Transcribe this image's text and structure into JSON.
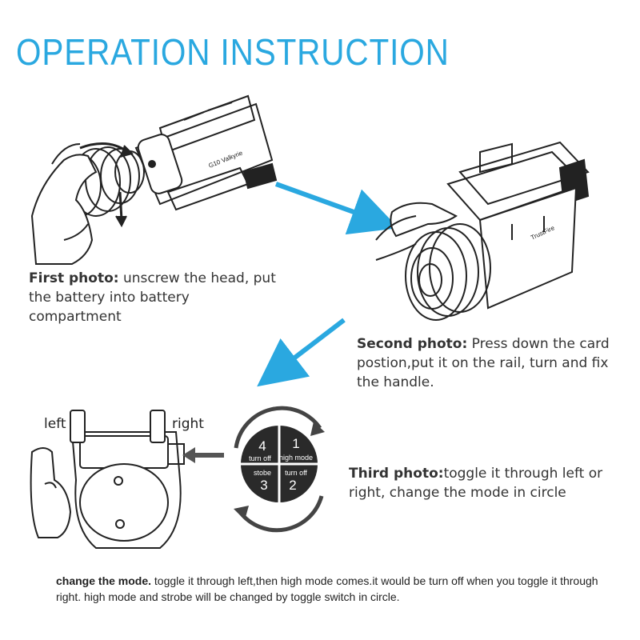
{
  "title": "OPERATION INSTRUCTION",
  "steps": [
    {
      "heading": "First photo:",
      "text": " unscrew the head, put the battery into battery compartment"
    },
    {
      "heading": "Second photo:",
      "text": " Press down the card postion,put it on the rail, turn and fix the handle."
    },
    {
      "heading": "Third photo:",
      "text": "toggle it through left or right, change the mode in circle"
    }
  ],
  "labels": {
    "left": "left",
    "right": "right"
  },
  "device_text": {
    "model": "G10 Valkyrie",
    "brand": "TrustFire"
  },
  "dial": {
    "q1": {
      "num": "4",
      "label": "turn off"
    },
    "q2": {
      "num": "1",
      "label": "high mode"
    },
    "q3": {
      "num": "3",
      "label": "stobe"
    },
    "q4": {
      "num": "2",
      "label": "turn off"
    }
  },
  "footer": {
    "heading": "change the mode.",
    "text": " toggle it through left,then high mode comes.it would be turn off when you toggle it through right. high mode and strobe will be changed by toggle switch in circle."
  },
  "colors": {
    "accent": "#2aa8e0",
    "ink": "#222222"
  }
}
